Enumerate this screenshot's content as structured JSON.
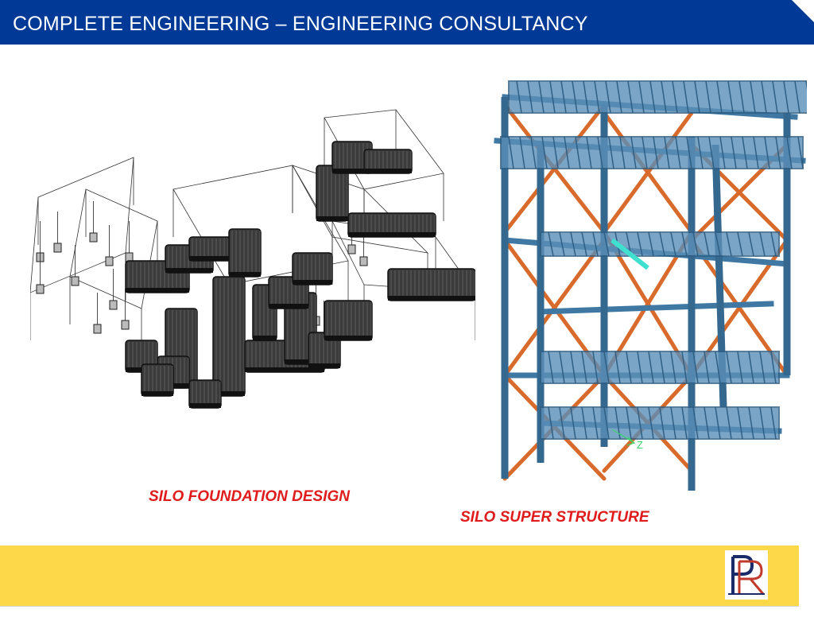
{
  "header": {
    "title": "COMPLETE ENGINEERING – ENGINEERING CONSULTANCY",
    "bg_color": "#003a96"
  },
  "figures": [
    {
      "name": "silo-foundation-model",
      "caption": "SILO FOUNDATION DESIGN"
    },
    {
      "name": "silo-superstructure-model",
      "caption": "SILO SUPER STRUCTURE",
      "axis_label": "Z"
    }
  ],
  "colors": {
    "caption": "#e01b1b",
    "footer": "#fdd94a",
    "steel_blue": "#3f79a3",
    "bracing_orange": "#d86b2c"
  },
  "footer": {
    "logo_icon": "company-logo-icon"
  }
}
